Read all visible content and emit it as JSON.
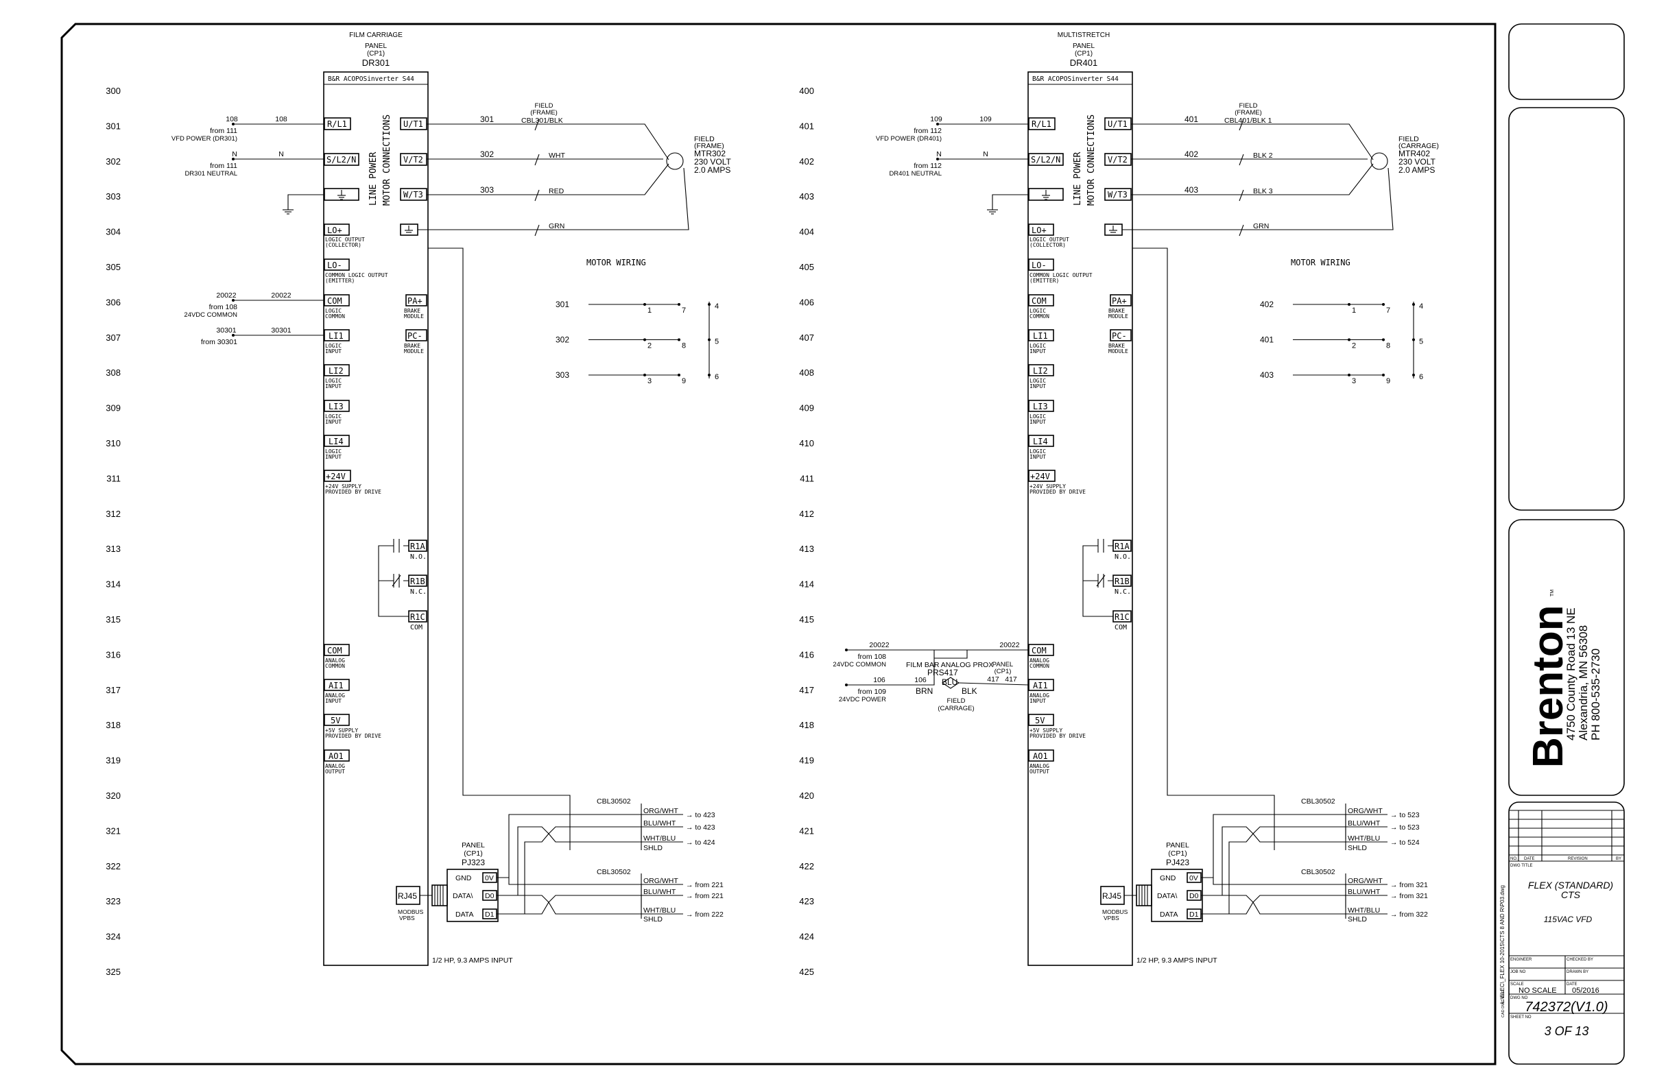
{
  "sheet": {
    "left": {
      "panel_title": "FILM CARRIAGE",
      "panel_label": "PANEL",
      "panel_cp": "(CP1)",
      "panel_id": "DR301",
      "drive_title": "B&R ACOPOSinverter S44",
      "rungs": [
        "300",
        "301",
        "302",
        "303",
        "304",
        "305",
        "306",
        "307",
        "308",
        "309",
        "310",
        "311",
        "312",
        "313",
        "314",
        "315",
        "316",
        "317",
        "318",
        "319",
        "320",
        "321",
        "322",
        "323",
        "324",
        "325"
      ],
      "wire_r": "108",
      "wire_r_right": "108",
      "from_r": "from 111",
      "src_r": "VFD POWER (DR301)",
      "wire_n": "N",
      "wire_n_right": "N",
      "from_n": "from 111",
      "src_n": "DR301 NEUTRAL",
      "wire_com": "20022",
      "wire_com_right": "20022",
      "from_com": "from 108",
      "src_com": "24VDC COMMON",
      "wire_li1": "30301",
      "wire_li1_right": "30301",
      "from_li1": "from 30301",
      "motor_w1": "301",
      "motor_w2": "302",
      "motor_w3": "303",
      "field": "FIELD",
      "frame": "(FRAME)",
      "cbl": "CBL301/BLK",
      "c2": "WHT",
      "c3": "RED",
      "cg": "GRN",
      "motor_field": "FIELD",
      "motor_frame": "(FRAME)",
      "motor_id": "MTR302",
      "motor_volt": "230 VOLT",
      "motor_amps": "2.0 AMPS",
      "motor_wiring": "MOTOR WIRING",
      "mw_rows": [
        {
          "w": "301",
          "a": "1",
          "b": "7",
          "c": "4"
        },
        {
          "w": "302",
          "a": "2",
          "b": "8",
          "c": "5"
        },
        {
          "w": "303",
          "a": "3",
          "b": "9",
          "c": "6"
        }
      ],
      "pj_panel": "PANEL",
      "pj_cp": "(CP1)",
      "pj_id": "PJ323",
      "cable_top": "CBL30502",
      "cable_bot": "CBL30502",
      "top_colors": [
        "ORG/WHT",
        "BLU/WHT",
        "WHT/BLU",
        "SHLD"
      ],
      "top_dest": [
        "to 423",
        "to 423",
        "to 424"
      ],
      "bot_colors": [
        "ORG/WHT",
        "BLU/WHT",
        "WHT/BLU",
        "SHLD"
      ],
      "bot_dest": [
        "from 221",
        "from 221",
        "from 222"
      ],
      "hp_note": "1/2 HP, 9.3 AMPS INPUT"
    },
    "right": {
      "panel_title": "MULTISTRETCH",
      "panel_label": "PANEL",
      "panel_cp": "(CP1)",
      "panel_id": "DR401",
      "drive_title": "B&R ACOPOSinverter S44",
      "rungs": [
        "400",
        "401",
        "402",
        "403",
        "404",
        "405",
        "406",
        "407",
        "408",
        "409",
        "410",
        "411",
        "412",
        "413",
        "414",
        "415",
        "416",
        "417",
        "418",
        "419",
        "420",
        "421",
        "422",
        "423",
        "424",
        "425"
      ],
      "wire_r": "109",
      "wire_r_right": "109",
      "from_r": "from 112",
      "src_r": "VFD POWER (DR401)",
      "wire_n": "N",
      "wire_n_right": "N",
      "from_n": "from 112",
      "src_n": "DR401 NEUTRAL",
      "motor_w1": "401",
      "motor_w2": "402",
      "motor_w3": "403",
      "field": "FIELD",
      "frame": "(FRAME)",
      "cbl": "CBL401/BLK 1",
      "c2": "BLK 2",
      "c3": "BLK 3",
      "cg": "GRN",
      "motor_field": "FIELD",
      "motor_frame": "(CARRAGE)",
      "motor_id": "MTR402",
      "motor_volt": "230 VOLT",
      "motor_amps": "2.0 AMPS",
      "motor_wiring": "MOTOR WIRING",
      "mw_rows": [
        {
          "w": "402",
          "a": "1",
          "b": "7",
          "c": "4"
        },
        {
          "w": "401",
          "a": "2",
          "b": "8",
          "c": "5"
        },
        {
          "w": "403",
          "a": "3",
          "b": "9",
          "c": "6"
        }
      ],
      "prox_com_wire": "20022",
      "prox_com_wire_right": "20022",
      "prox_from_com": "from 108",
      "prox_src_com": "24VDC COMMON",
      "prox_pwr_wire": "106",
      "prox_pwr_wire_inner": "106",
      "prox_from_pwr": "from 109",
      "prox_src_pwr": "24VDC POWER",
      "prox_title": "FILM BAR ANALOG PROX",
      "prox_id": "PRS417",
      "prox_brn": "BRN",
      "prox_blu": "BLU",
      "prox_blk": "BLK",
      "prox_field": "FIELD",
      "prox_carrage": "(CARRAGE)",
      "prox_panel": "PANEL",
      "prox_cp": "(CP1)",
      "prox_w1": "417",
      "prox_w2": "417",
      "pj_panel": "PANEL",
      "pj_cp": "(CP1)",
      "pj_id": "PJ423",
      "cable_top": "CBL30502",
      "cable_bot": "CBL30502",
      "top_colors": [
        "ORG/WHT",
        "BLU/WHT",
        "WHT/BLU",
        "SHLD"
      ],
      "top_dest": [
        "to 523",
        "to 523",
        "to 524"
      ],
      "bot_colors": [
        "ORG/WHT",
        "BLU/WHT",
        "WHT/BLU",
        "SHLD"
      ],
      "bot_dest": [
        "from 321",
        "from 321",
        "from 322"
      ],
      "hp_note": "1/2 HP, 9.3 AMPS INPUT"
    },
    "terminals": {
      "rl1": "R/L1",
      "sl2n": "S/L2/N",
      "ut1": "U/T1",
      "vt2": "V/T2",
      "wt3": "W/T3",
      "line_power": "LINE POWER",
      "motor_connections": "MOTOR CONNECTIONS",
      "lo_plus": "LO+",
      "lo_plus_d1": "LOGIC OUTPUT",
      "lo_plus_d2": "(COLLECTOR)",
      "lo_minus": "LO-",
      "lo_minus_d1": "COMMON LOGIC OUTPUT",
      "lo_minus_d2": "(EMITTER)",
      "com": "COM",
      "com_d1": "LOGIC",
      "com_d2": "COMMON",
      "li1": "LI1",
      "li2": "LI2",
      "li3": "LI3",
      "li4": "LI4",
      "li_d1": "LOGIC",
      "li_d2": "INPUT",
      "v24": "+24V",
      "v24_d1": "+24V SUPPLY",
      "v24_d2": "PROVIDED BY DRIVE",
      "pa": "PA+",
      "pc": "PC-",
      "brake_d1": "BRAKE",
      "brake_d2": "MODULE",
      "r1a": "R1A",
      "r1a_d": "N.O.",
      "r1b": "R1B",
      "r1b_d": "N.C.",
      "r1c": "R1C",
      "r1c_d": "COM",
      "acom": "COM",
      "acom_d1": "ANALOG",
      "acom_d2": "COMMON",
      "ai1": "AI1",
      "ai1_d1": "ANALOG",
      "ai1_d2": "INPUT",
      "v5": "5V",
      "v5_d1": "+5V SUPPLY",
      "v5_d2": "PROVIDED BY DRIVE",
      "ao1": "AO1",
      "ao1_d1": "ANALOG",
      "ao1_d2": "OUTPUT",
      "rj45": "RJ45",
      "modbus": "MODBUS",
      "vpbs": "VPBS",
      "gnd": "GND",
      "data_n": "DATA\\",
      "data": "DATA",
      "ov": "0V",
      "d0": "D0",
      "d1": "D1"
    }
  },
  "title_block": {
    "brand": "Brenton",
    "tm": "TM",
    "addr1": "4750 County Road 13 NE",
    "addr2": "Alexandria, MN 56308",
    "addr3": "PH 800-535-2730",
    "file_label": "CAD DWG FILE",
    "file_path": "L:\\ELEC\\_FLEX 10-2015\\CTS 8 AND R\\P03.dwg",
    "rev_no": "NO.",
    "rev_date": "DATE",
    "rev_revision": "REVISION",
    "rev_by": "BY",
    "dwg_title_label": "DWG TITLE",
    "title1": "FLEX (STANDARD)",
    "title2": "CTS",
    "title3": "115VAC VFD",
    "engineer": "ENGINEER",
    "checked_by": "CHECKED BY",
    "job_no": "JOB NO",
    "drawn_by": "DRAWN BY",
    "scale_label": "SCALE",
    "scale": "NO SCALE",
    "date_label": "DATE",
    "date": "05/2016",
    "dwg_no_label": "DWG NO",
    "dwg_no": "742372(V1.0)",
    "sheet_no_label": "SHEET NO",
    "sheet_no": "3 OF 13"
  }
}
